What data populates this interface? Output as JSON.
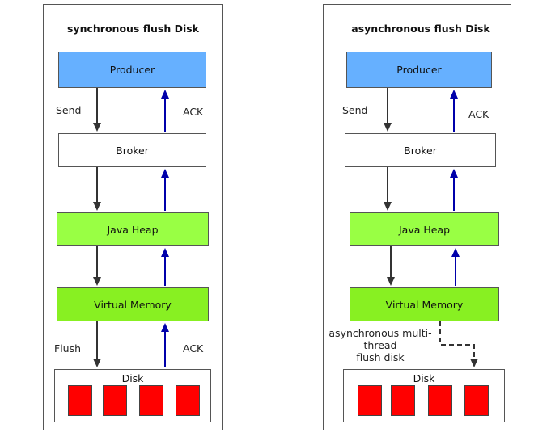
{
  "sync": {
    "title": "synchronous flush Disk",
    "producer": "Producer",
    "broker": "Broker",
    "heap": "Java Heap",
    "vmem": "Virtual Memory",
    "disk": "Disk",
    "send": "Send",
    "ack_top": "ACK",
    "flush": "Flush",
    "ack_bottom": "ACK"
  },
  "async": {
    "title": "asynchronous flush Disk",
    "producer": "Producer",
    "broker": "Broker",
    "heap": "Java Heap",
    "vmem": "Virtual Memory",
    "disk": "Disk",
    "send": "Send",
    "ack_top": "ACK",
    "note_line1": "asynchronous multi-",
    "note_line2": "thread",
    "note_line3": "flush disk"
  },
  "colors": {
    "producer": "#66b0ff",
    "heap": "#99ff44",
    "vmem": "#88f022",
    "disk_block": "#ff0000",
    "ack_arrow": "#0000aa",
    "send_arrow": "#333333"
  }
}
